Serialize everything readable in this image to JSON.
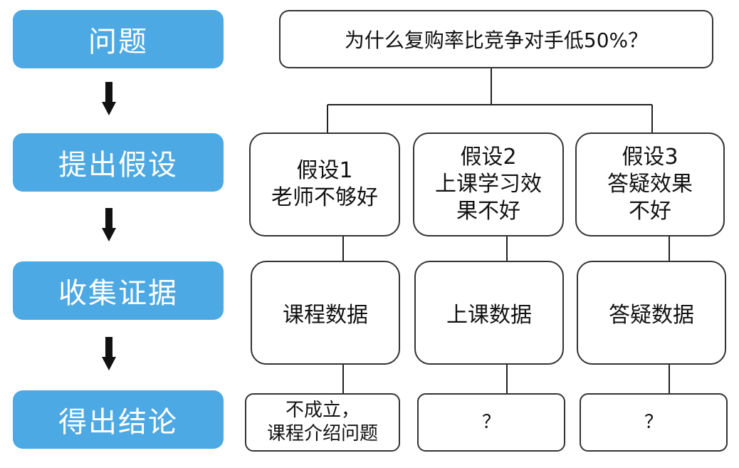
{
  "stages": [
    {
      "label": "问题"
    },
    {
      "label": "提出假设"
    },
    {
      "label": "收集证据"
    },
    {
      "label": "得出结论"
    }
  ],
  "question": "为什么复购率比竞争对手低50%？",
  "hypotheses": [
    {
      "text": "假设1\n老师不够好"
    },
    {
      "text": "假设2\n上课学习效\n果不好"
    },
    {
      "text": "假设3\n答疑效果\n不好"
    }
  ],
  "evidence": [
    {
      "text": "课程数据"
    },
    {
      "text": "上课数据"
    },
    {
      "text": "答疑数据"
    }
  ],
  "conclusions": [
    {
      "text": "不成立，\n课程介绍问题"
    },
    {
      "text": "？"
    },
    {
      "text": "？"
    }
  ],
  "colors": {
    "stage_fill": "#4da9e3",
    "stage_text": "#ffffff",
    "border": "#333333"
  }
}
